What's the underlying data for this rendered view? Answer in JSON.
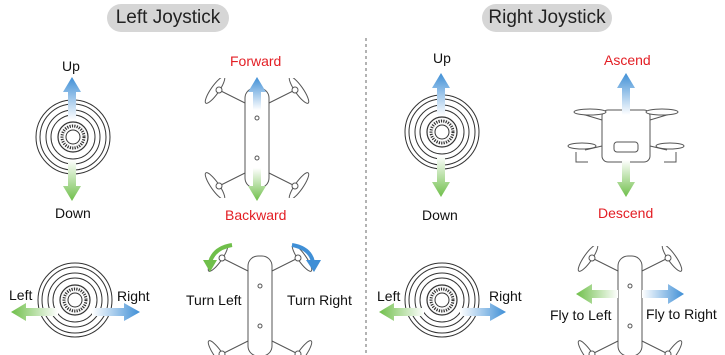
{
  "left_panel": {
    "header": "Left Joystick",
    "labels": {
      "up": "Up",
      "down": "Down",
      "forward": "Forward",
      "backward": "Backward",
      "left": "Left",
      "right": "Right",
      "turn_left": "Turn Left",
      "turn_right": "Turn Right"
    }
  },
  "right_panel": {
    "header": "Right Joystick",
    "labels": {
      "up": "Up",
      "down": "Down",
      "ascend": "Ascend",
      "descend": "Descend",
      "left": "Left",
      "right": "Right",
      "fly_left": "Fly to Left",
      "fly_right": "Fly to Right"
    }
  },
  "colors": {
    "header_bg": "#d6d6d6",
    "accent_red": "#e31e24",
    "arrow_blue": "#3f8fd6",
    "arrow_green": "#6fbf4a",
    "divider": "#9a9a9a"
  }
}
